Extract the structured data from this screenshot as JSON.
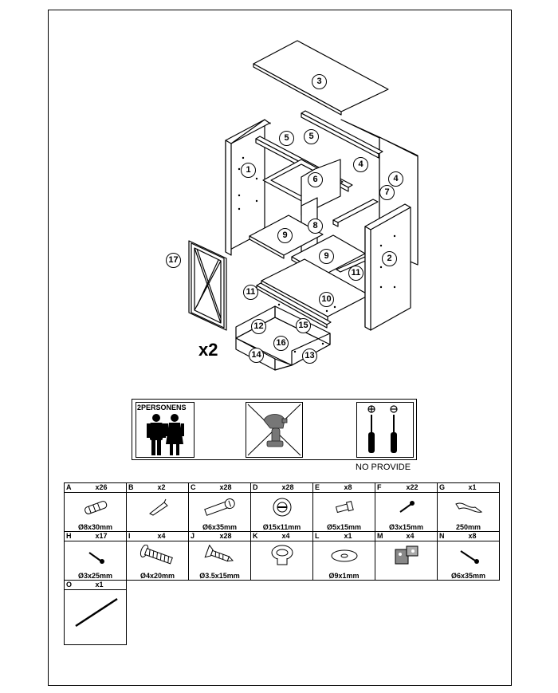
{
  "diagram": {
    "part_numbers": [
      "1",
      "2",
      "3",
      "4",
      "4",
      "5",
      "5",
      "6",
      "7",
      "8",
      "9",
      "9",
      "10",
      "11",
      "11",
      "12",
      "13",
      "14",
      "15",
      "16",
      "17"
    ],
    "quantity_label": "x2"
  },
  "requirements": {
    "persons_label": "2PERSONENS",
    "no_provide_label": "NO PROVIDE",
    "icons": [
      "two-persons-icon",
      "no-power-drill-icon",
      "screwdrivers-icon"
    ]
  },
  "hardware": [
    {
      "letter": "A",
      "qty": "x26",
      "size": "Ø8x30mm",
      "icon": "wooden-dowel-icon"
    },
    {
      "letter": "B",
      "qty": "x2",
      "size": "",
      "icon": "hex-key-icon"
    },
    {
      "letter": "C",
      "qty": "x28",
      "size": "Ø6x35mm",
      "icon": "cam-bolt-icon"
    },
    {
      "letter": "D",
      "qty": "x28",
      "size": "Ø15x11mm",
      "icon": "cam-lock-icon"
    },
    {
      "letter": "E",
      "qty": "x8",
      "size": "Ø5x15mm",
      "icon": "shelf-pin-icon"
    },
    {
      "letter": "F",
      "qty": "x22",
      "size": "Ø3x15mm",
      "icon": "small-screw-icon"
    },
    {
      "letter": "G",
      "qty": "x1",
      "size": "250mm",
      "icon": "strap-icon"
    },
    {
      "letter": "H",
      "qty": "x17",
      "size": "Ø3x25mm",
      "icon": "wood-screw-icon"
    },
    {
      "letter": "I",
      "qty": "x4",
      "size": "Ø4x20mm",
      "icon": "machine-bolt-icon"
    },
    {
      "letter": "J",
      "qty": "x28",
      "size": "Ø3.5x15mm",
      "icon": "flat-head-screw-icon"
    },
    {
      "letter": "K",
      "qty": "x4",
      "size": "",
      "icon": "knob-icon"
    },
    {
      "letter": "L",
      "qty": "x1",
      "size": "Ø9x1mm",
      "icon": "washer-icon"
    },
    {
      "letter": "M",
      "qty": "x4",
      "size": "",
      "icon": "hinge-icon"
    },
    {
      "letter": "N",
      "qty": "x8",
      "size": "Ø6x35mm",
      "icon": "long-screw-icon"
    },
    {
      "letter": "O",
      "qty": "x1",
      "size": "",
      "icon": "rod-icon"
    }
  ]
}
